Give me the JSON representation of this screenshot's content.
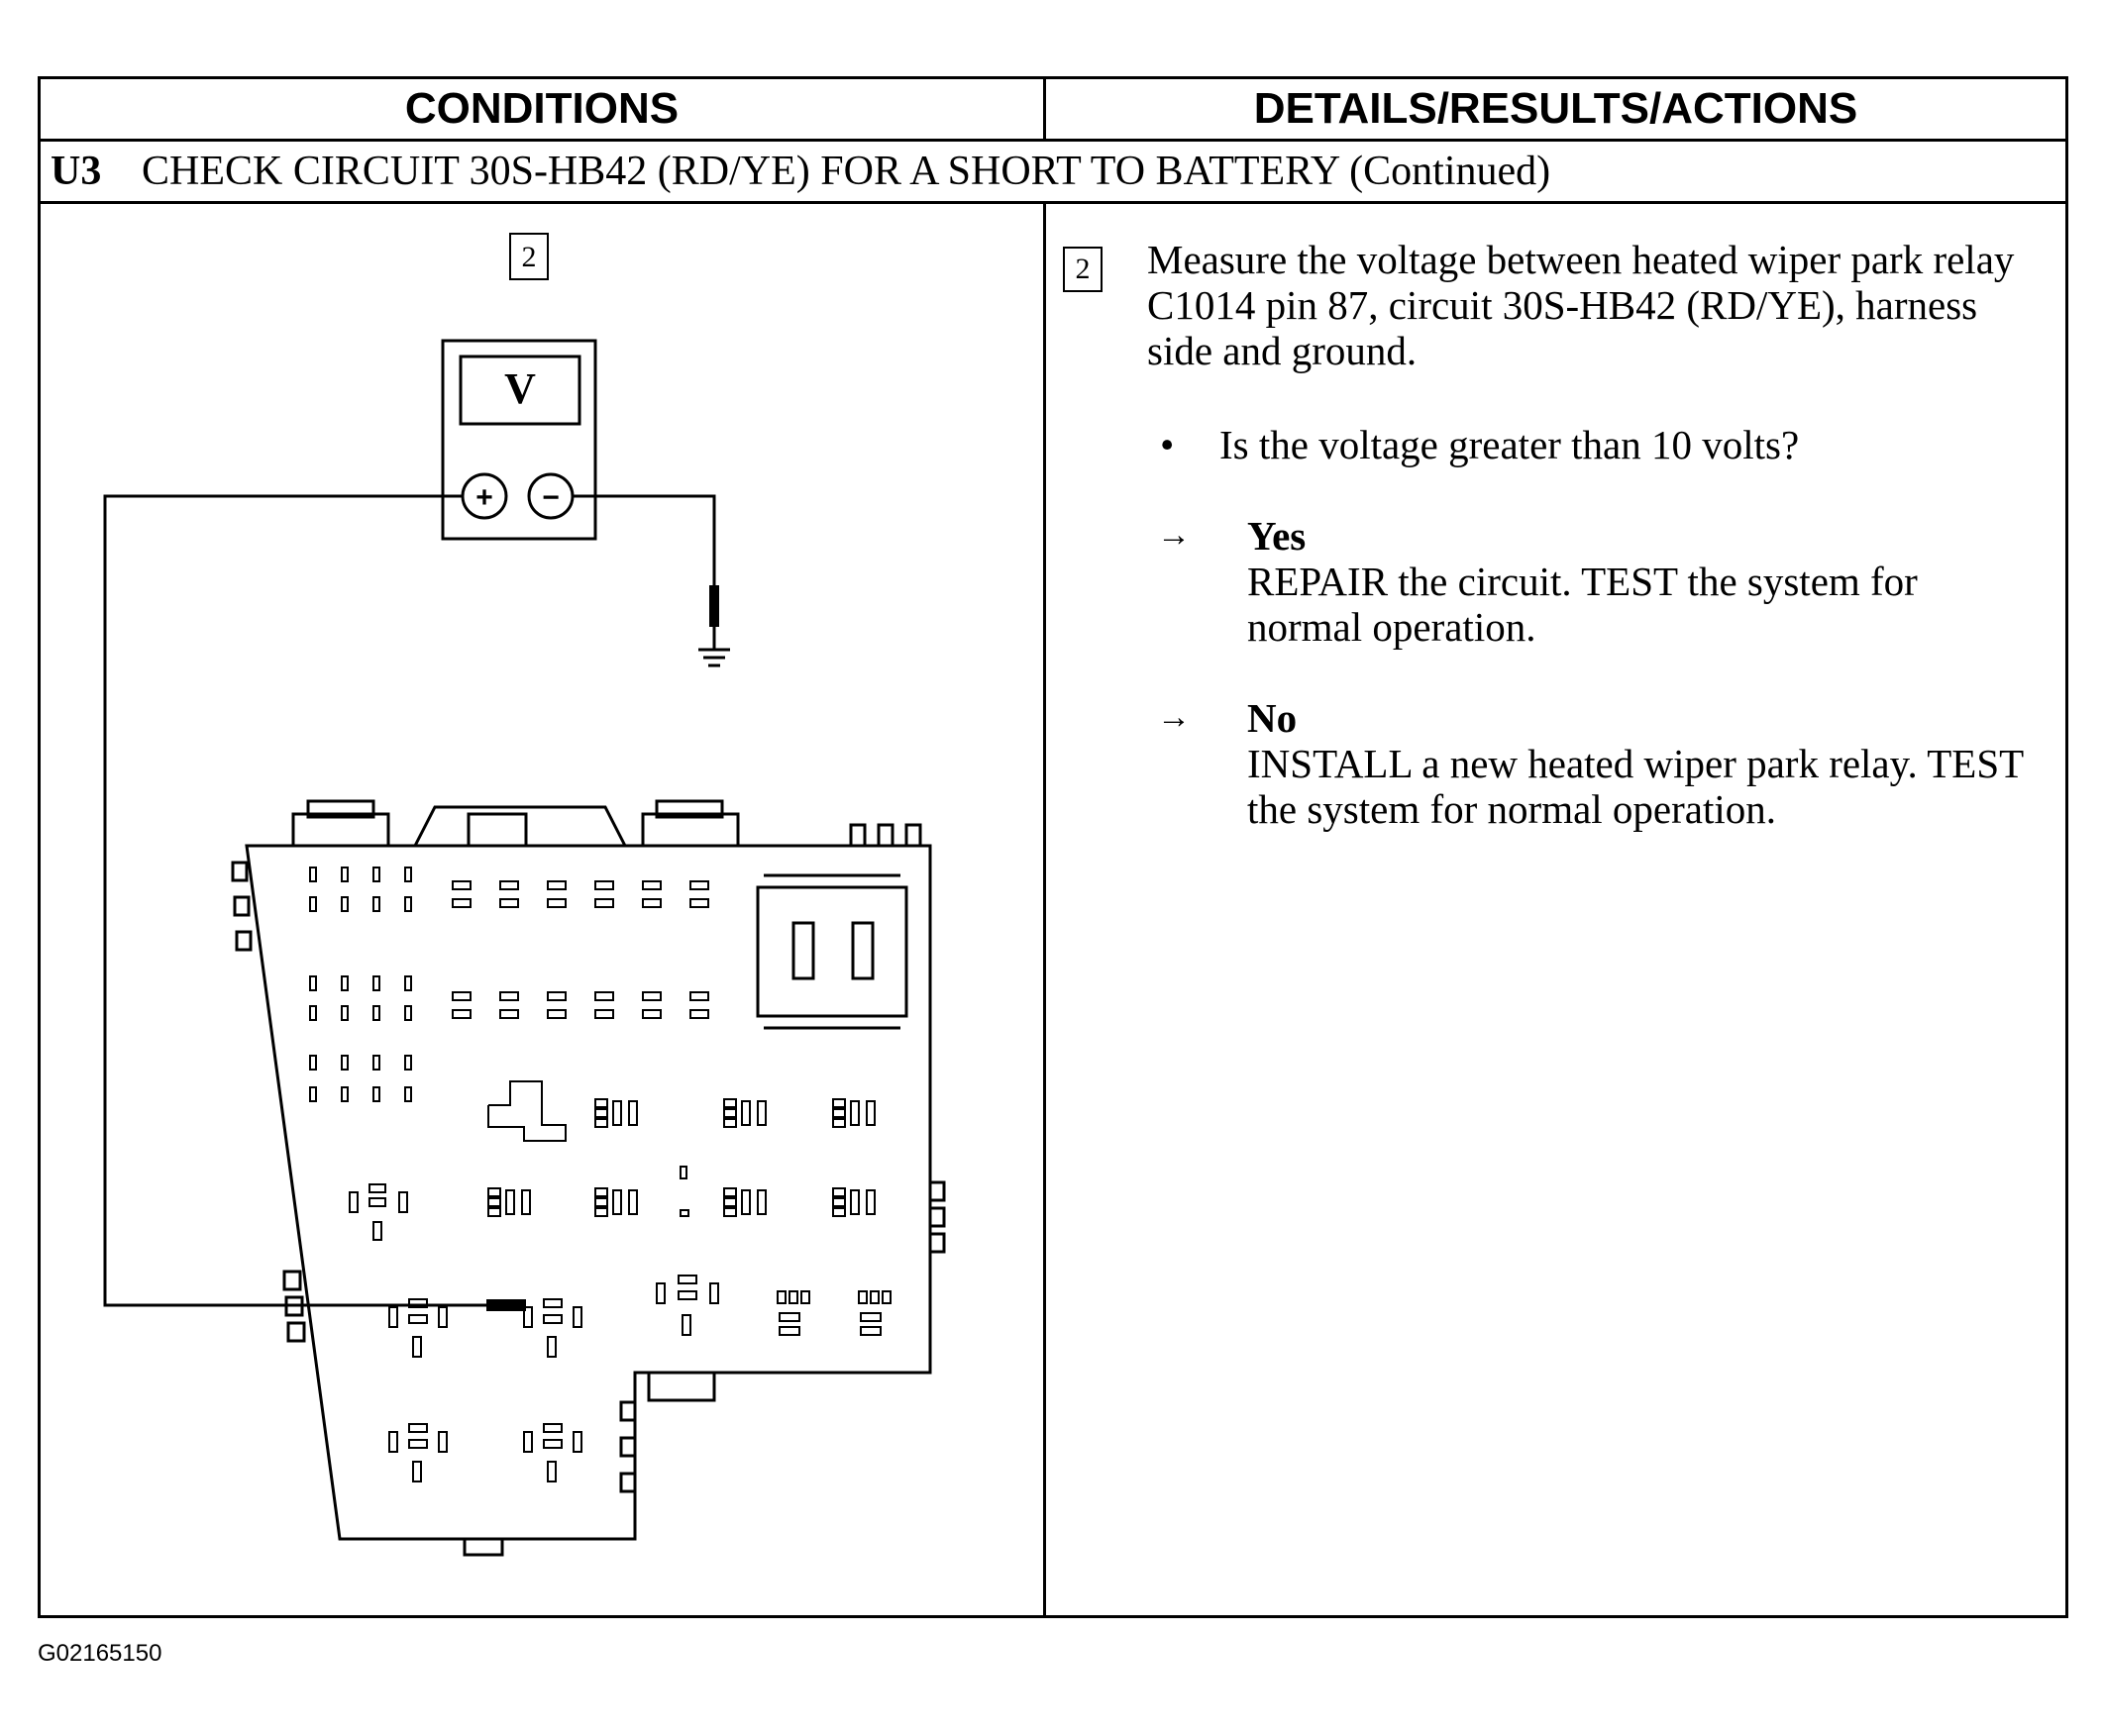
{
  "table": {
    "header_conditions": "CONDITIONS",
    "header_details": "DETAILS/RESULTS/ACTIONS",
    "step_id": "U3",
    "step_title": "CHECK CIRCUIT 30S-HB42 (RD/YE) FOR A SHORT TO BATTERY (Continued)"
  },
  "diagram": {
    "step_box": "2",
    "meter_display": "V",
    "plus_terminal": "+",
    "minus_terminal": "−"
  },
  "details": {
    "step_box": "2",
    "instruction": "Measure the voltage between heated wiper park relay C1014 pin 87, circuit 30S-HB42 (RD/YE), harness side and ground.",
    "bullet": "•",
    "question": "Is the voltage greater than 10 volts?",
    "arrow": "→",
    "yes_label": "Yes",
    "yes_action": "REPAIR the circuit. TEST the system for normal operation.",
    "no_label": "No",
    "no_action": "INSTALL a new heated wiper park relay. TEST the system for normal operation."
  },
  "footer": {
    "figure_id": "G02165150"
  }
}
